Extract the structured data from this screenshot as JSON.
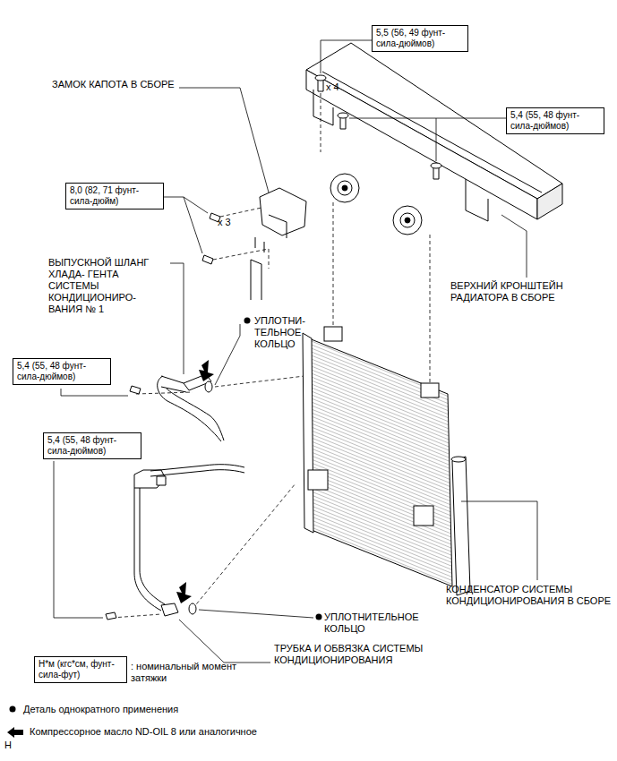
{
  "diagram": {
    "nodes": [
      {
        "text": [
          "5,5 (56, 49 фунт- сила-дюймов)"
        ]
      },
      {
        "text": [
          "5,4 (55, 48 фунт- сила-дюймов)"
        ]
      },
      {
        "text": [
          "8,0 (82, 71 фунт- сила-дюйм)"
        ]
      },
      {
        "text": [
          "5,4 (55, 48 фунт- сила-дюймов)"
        ]
      },
      {
        "text": [
          "5,4 (55, 48 фунт- сила-дюймов)"
        ]
      },
      {
        "text": [
          "Н*м (кгс*см, фунт-сила-фут)"
        ]
      }
    ],
    "labels": [
      "ЗАМОК КАПОТА В СБОРЕ",
      "x 4",
      "x 3",
      "ВЫПУСКНОЙ ШЛАНГ ХЛАДА- ГЕНТА СИСТЕМЫ КОНДИЦИОНИРО- ВАНИЯ № 1",
      "УПЛОТНИ- ТЕЛЬНОЕ КОЛЬЦО",
      "ВЕРХНИЙ КРОНШТЕЙН РАДИАТОРА В СБОРЕ",
      "КОНДЕНСАТОР СИСТЕМЫ КОНДИЦИОНИРОВАНИЯ В СБОРЕ",
      "УПЛОТНИТЕЛЬНОЕ КОЛЬЦО",
      "ТРУБКА И ОБВЯЗКА СИСТЕМЫ КОНДИЦИОНИРОВАНИЯ",
      ": номинальный момент затяжки",
      "H"
    ],
    "legend": [
      {
        "text": "Деталь однократного применения"
      },
      {
        "text": "Компрессорное масло ND-OIL 8 или аналогичное"
      }
    ]
  }
}
